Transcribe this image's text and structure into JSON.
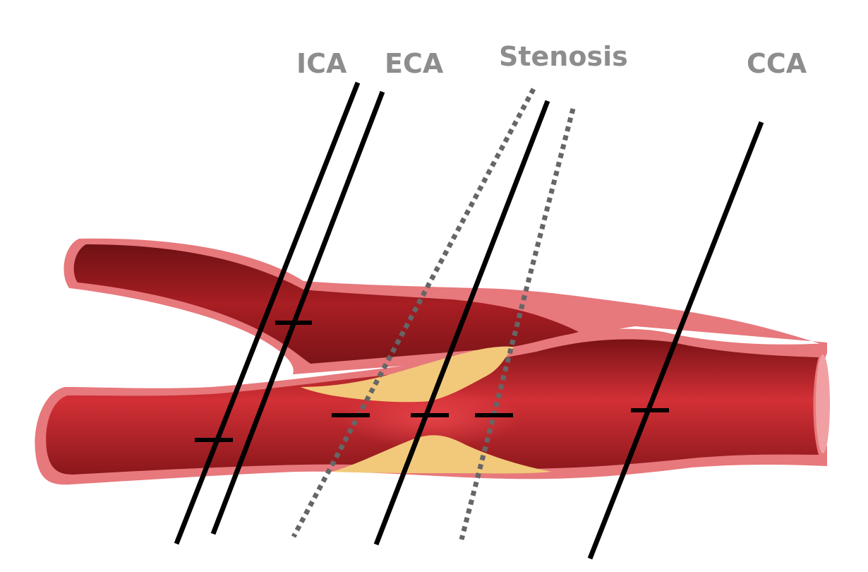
{
  "labels": {
    "ica": "ICA",
    "eca": "ECA",
    "stenosis": "Stenosis",
    "cca": "CCA"
  },
  "colors": {
    "label_gray": "#8d8d8d",
    "vessel_wall": "#e7787c",
    "vessel_lumen_dark": "#8e1a1e",
    "vessel_lumen": "#c9262b",
    "plaque": "#f2c97a",
    "line": "#000000",
    "dotted_line": "#5e5e5e"
  }
}
